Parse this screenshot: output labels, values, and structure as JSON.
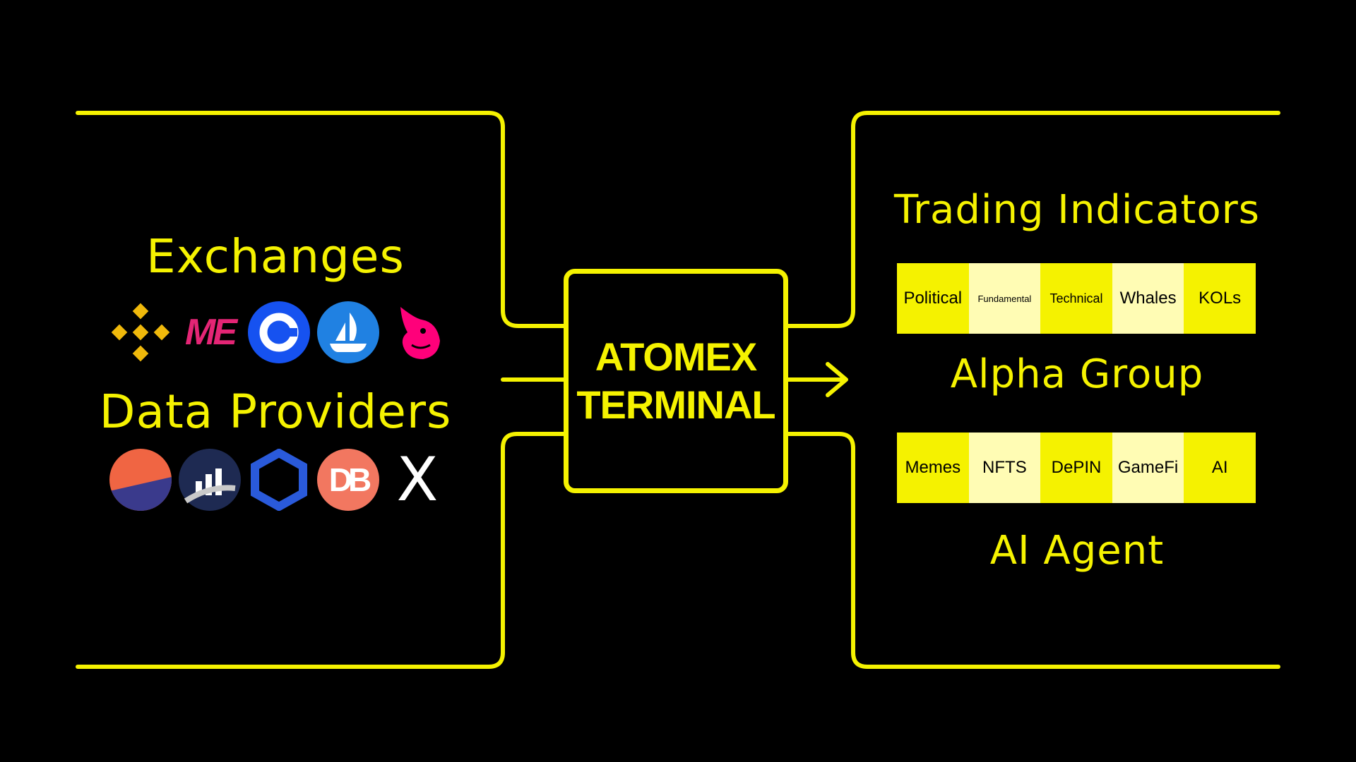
{
  "colors": {
    "accent": "#f5f200",
    "background": "#000000",
    "tag_light": "#fffcb4"
  },
  "left": {
    "exchanges_title": "Exchanges",
    "exchange_icons": [
      "binance-icon",
      "magic-eden-icon",
      "coinbase-icon",
      "opensea-icon",
      "uniswap-icon"
    ],
    "exchange_logo_text": {
      "magic_eden": "ME"
    },
    "data_providers_title": "Data Providers",
    "provider_icons": [
      "split-circle-icon",
      "chart-bars-icon",
      "chainlink-icon",
      "db-icon",
      "x-icon"
    ],
    "provider_logo_text": {
      "db": "DB",
      "x": "X"
    }
  },
  "center": {
    "line1": "ATOMEX",
    "line2": "TERMINAL"
  },
  "right": {
    "trading_indicators_title": "Trading Indicators",
    "indicator_tags": [
      "Political",
      "Fundamental",
      "Technical",
      "Whales",
      "KOLs"
    ],
    "alpha_group_title": "Alpha Group",
    "alpha_tags": [
      "Memes",
      "NFTS",
      "DePIN",
      "GameFi",
      "AI"
    ],
    "ai_agent_title": "AI Agent"
  }
}
